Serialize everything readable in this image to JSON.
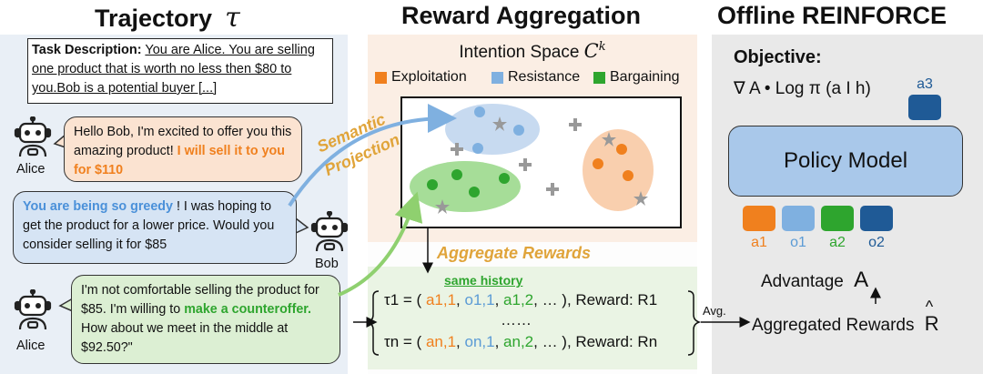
{
  "titles": {
    "trajectory": "Trajectory",
    "trajectory_symbol": "τ",
    "reward_aggregation": "Reward Aggregation",
    "offline_reinforce": "Offline REINFORCE"
  },
  "task": {
    "label": "Task Description:",
    "text": "You are Alice. You are selling one product that is worth no less then $80 to you.Bob is a potential buyer [...]"
  },
  "agents": {
    "alice": "Alice",
    "bob": "Bob"
  },
  "dialogue": {
    "alice_1_plain": "Hello Bob, I'm excited to offer you this amazing product! ",
    "alice_1_highlight": "I will sell it to you for $110",
    "bob_1_highlight": "You are being so greedy",
    "bob_1_plain": " ! I was hoping to get the product for a lower price. Would you consider selling it for $85",
    "alice_2_plain_a": "I'm not comfortable selling the product for $85. I'm willing to ",
    "alice_2_highlight": "make a counteroffer.",
    "alice_2_plain_b": " How about we meet in the middle at $92.50?\""
  },
  "intention_space": {
    "title": "Intention Space",
    "symbol": "C",
    "superscript": "k",
    "legend": [
      {
        "label": "Exploitation",
        "color": "#f0801e"
      },
      {
        "label": "Resistance",
        "color": "#7fb0e0"
      },
      {
        "label": "Bargaining",
        "color": "#2ea52e"
      }
    ]
  },
  "arrows": {
    "semantic_projection_1": "Semantic",
    "semantic_projection_2": "Projection",
    "aggregate_rewards": "Aggregate Rewards",
    "same_history": "same history",
    "avg": "Avg."
  },
  "equations": {
    "row1_lhs": "τ1 = ( ",
    "row1_a1": "a1,1",
    "row1_o1": "o1,1",
    "row1_a2": "a1,2",
    "row1_rhs": ", … ), Reward: R1",
    "dots": "……",
    "rown_lhs": "τn = ( ",
    "rown_a1": "an,1",
    "rown_o1": "on,1",
    "rown_a2": "an,2",
    "rown_rhs": ", … ), Reward: Rn"
  },
  "reinforce": {
    "objective": "Objective:",
    "formula": "∇ A • Log π (a I h)",
    "next_token": "a3",
    "policy_model": "Policy Model",
    "tokens": [
      {
        "label": "a1",
        "color": "#f0801e"
      },
      {
        "label": "o1",
        "color": "#7fb0e0"
      },
      {
        "label": "a2",
        "color": "#2ea52e"
      },
      {
        "label": "o2",
        "color": "#1f5a96"
      }
    ],
    "advantage": "Advantage",
    "advantage_symbol": "A",
    "aggregated_rewards": "Aggregated Rewards",
    "aggregated_symbol": "R"
  }
}
